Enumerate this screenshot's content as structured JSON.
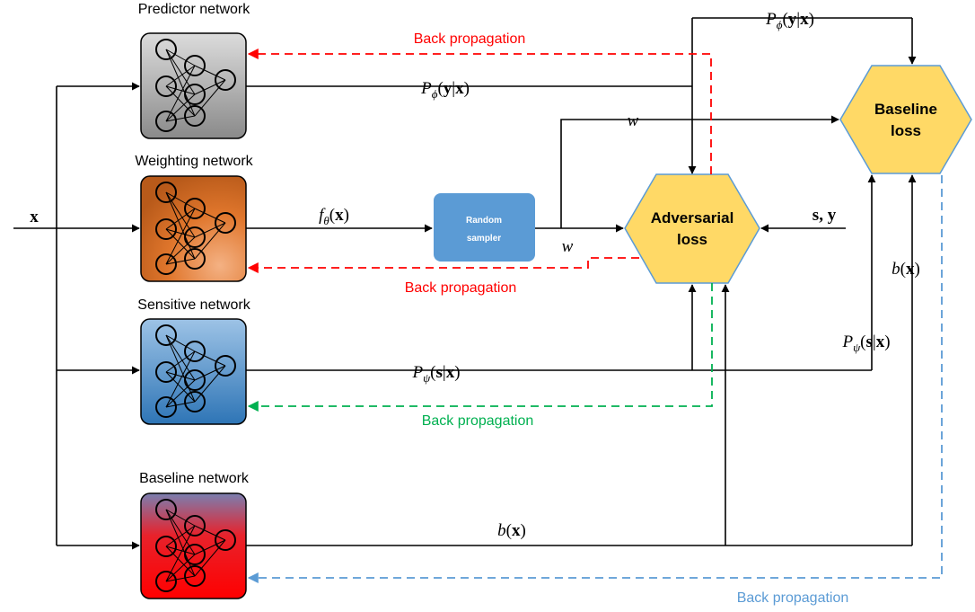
{
  "networks": {
    "predictor": {
      "title": "Predictor network"
    },
    "weighting": {
      "title": "Weighting network"
    },
    "sensitive": {
      "title": "Sensitive network"
    },
    "baseline": {
      "title": "Baseline network"
    }
  },
  "blocks": {
    "random_sampler": {
      "line1": "Random",
      "line2": "sampler"
    },
    "adversarial_loss": {
      "line1": "Adversarial",
      "line2": "loss"
    },
    "baseline_loss": {
      "line1": "Baseline",
      "line2": "loss"
    }
  },
  "back_propagation": {
    "predictor": "Back propagation",
    "weighting": "Back propagation",
    "sensitive": "Back propagation",
    "baseline": "Back propagation"
  },
  "signals": {
    "input": "x",
    "s_y": "s, y",
    "w": "w",
    "f_theta": {
      "name": "f",
      "sub": "θ",
      "arg": "x"
    },
    "p_phi": {
      "name": "P",
      "sub": "ϕ",
      "arg1": "y",
      "arg2": "x"
    },
    "p_psi": {
      "name": "P",
      "sub": "ψ",
      "arg1": "s",
      "arg2": "x"
    },
    "b_x": {
      "name": "b",
      "arg": "x"
    }
  },
  "colors": {
    "backprop_red": "#ff0000",
    "backprop_green": "#00b050",
    "backprop_blue": "#5b9bd5",
    "hexagon_fill": "#ffd966",
    "sampler_fill": "#5b9bd5"
  }
}
